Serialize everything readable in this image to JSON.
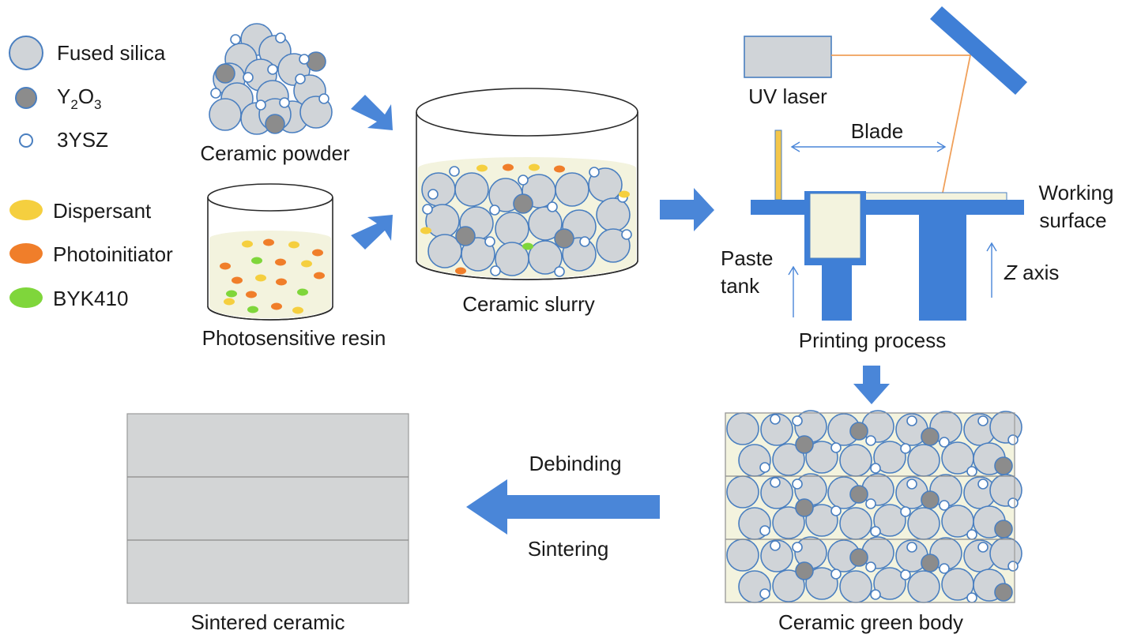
{
  "legend": {
    "fused_silica": "Fused silica",
    "y2o3": {
      "base1": "Y",
      "sub1": "2",
      "base2": "O",
      "sub2": "3"
    },
    "ysz": "3YSZ",
    "dispersant": "Dispersant",
    "photoinitiator": "Photoinitiator",
    "byk410": "BYK410"
  },
  "labels": {
    "ceramic_powder": "Ceramic powder",
    "photosensitive_resin": "Photosensitive resin",
    "ceramic_slurry": "Ceramic slurry",
    "uv_laser": "UV laser",
    "blade": "Blade",
    "working_surface_1": "Working",
    "working_surface_2": "surface",
    "paste_tank_1": "Paste",
    "paste_tank_2": "tank",
    "z_axis_italic": "Z",
    "z_axis_rest": " axis",
    "printing_process": "Printing process",
    "ceramic_green_body": "Ceramic green body",
    "debinding": "Debinding",
    "sintering": "Sintering",
    "sintered_ceramic": "Sintered ceramic"
  },
  "colors": {
    "silica_fill": "#d0d4d8",
    "particle_stroke": "#4a7fc0",
    "y2o3_fill": "#8c8c8c",
    "ysz_fill": "#ffffff",
    "dispersant": "#f5cf3f",
    "photoinitiator": "#f07e2a",
    "byk410": "#7fd63b",
    "arrow_blue": "#4a86d8",
    "machine_blue": "#3f7fd6",
    "laser_beam": "#f0a05a",
    "blade_yellow": "#f3c64a",
    "resin_fill": "#f3f3de",
    "sintered_fill": "#d3d5d6"
  }
}
